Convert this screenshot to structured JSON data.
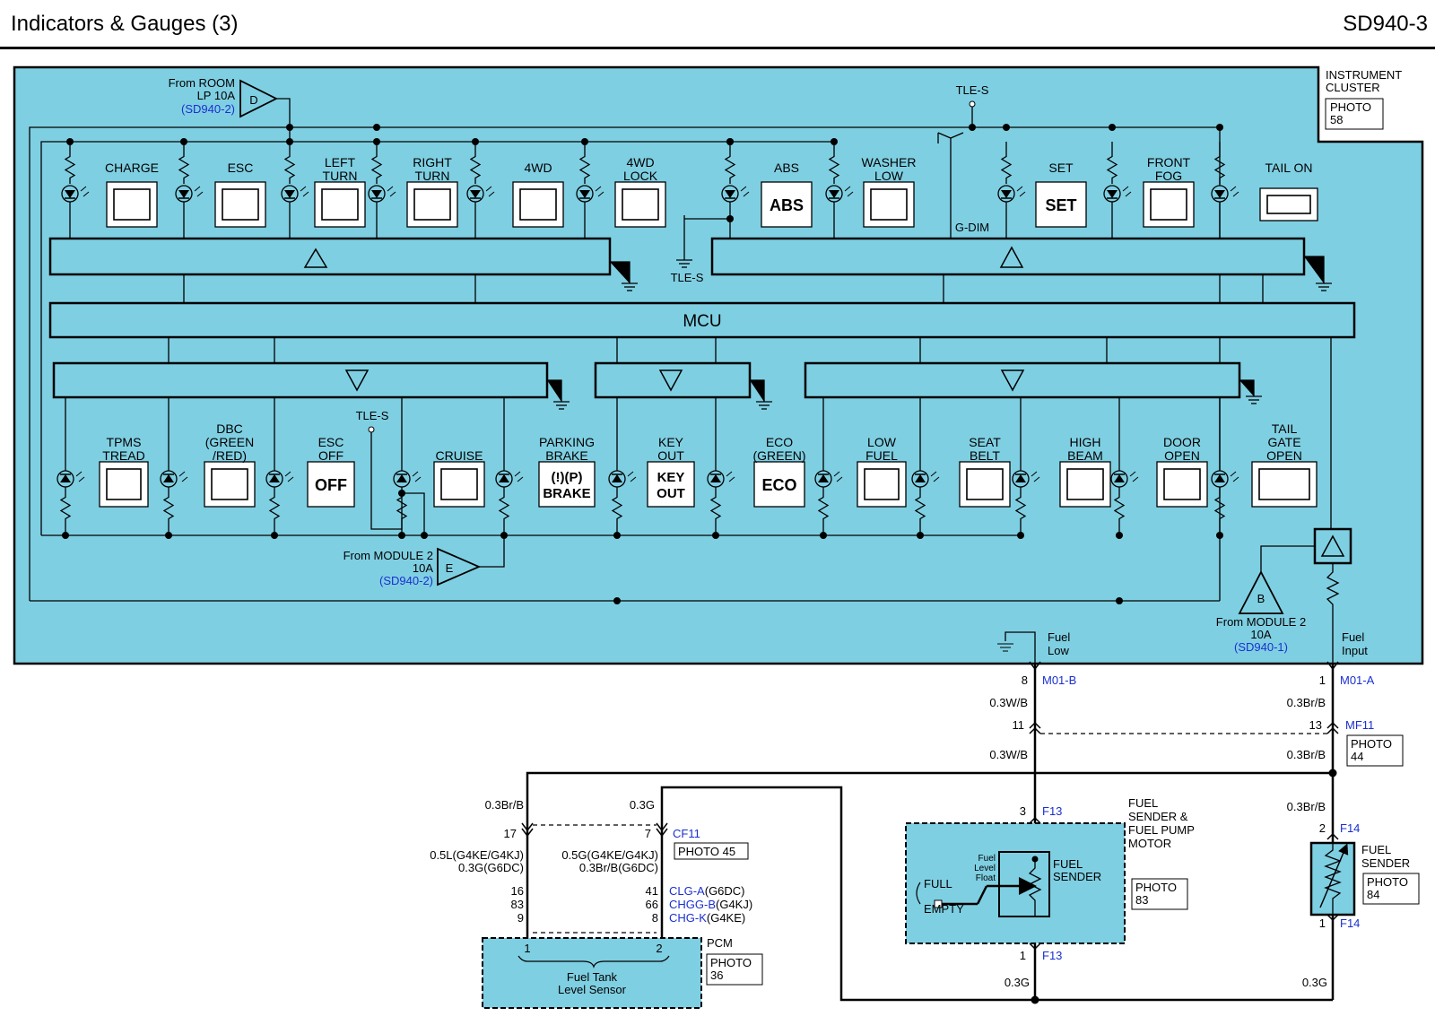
{
  "header": {
    "title": "Indicators & Gauges (3)",
    "code": "SD940-3"
  },
  "instrument_cluster": {
    "label1": "INSTRUMENT",
    "label2": "CLUSTER",
    "photo1": "PHOTO",
    "photo2": "58",
    "mcu": "MCU",
    "from_room_1": "From ROOM",
    "from_room_2": "LP 10A",
    "from_room_ref": "(SD940-2)",
    "from_room_tag": "D",
    "tle_top": "TLE-S",
    "tle_mid": "TLE-S",
    "tle_low": "TLE-S",
    "g_dim": "G-DIM",
    "from_mod_e_1": "From MODULE 2",
    "from_mod_e_2": "10A",
    "from_mod_e_ref": "(SD940-2)",
    "from_mod_e_tag": "E",
    "from_mod_b_1": "From MODULE 2",
    "from_mod_b_2": "10A",
    "from_mod_b_ref": "(SD940-1)",
    "from_mod_b_tag": "B",
    "fuel_low_1": "Fuel",
    "fuel_low_2": "Low",
    "fuel_input_1": "Fuel",
    "fuel_input_2": "Input"
  },
  "top_indicators": [
    {
      "l1": "CHARGE",
      "l2": "",
      "icon": "battery-icon"
    },
    {
      "l1": "ESC",
      "l2": "",
      "icon": "esc-icon"
    },
    {
      "l1": "LEFT",
      "l2": "TURN",
      "icon": "left-arrow-icon"
    },
    {
      "l1": "RIGHT",
      "l2": "TURN",
      "icon": "right-arrow-icon"
    },
    {
      "l1": "4WD",
      "l2": "",
      "icon": "4wd-icon"
    },
    {
      "l1": "4WD",
      "l2": "LOCK",
      "icon": "4wd-lock-icon"
    },
    {
      "l1": "ABS",
      "l2": "",
      "icon": "abs-icon",
      "icon_text": "ABS"
    },
    {
      "l1": "WASHER",
      "l2": "LOW",
      "icon": "washer-icon"
    },
    {
      "l1": "SET",
      "l2": "",
      "icon": "set-icon",
      "icon_text": "SET"
    },
    {
      "l1": "FRONT",
      "l2": "FOG",
      "icon": "front-fog-icon"
    },
    {
      "l1": "TAIL ON",
      "l2": "",
      "icon": "tail-on-icon"
    }
  ],
  "bottom_indicators": [
    {
      "l1": "TPMS",
      "l2": "TREAD",
      "l3": "",
      "icon": "tpms-icon"
    },
    {
      "l1": "DBC",
      "l2": "(GREEN",
      "l3": "/RED)",
      "icon": "dbc-icon"
    },
    {
      "l1": "ESC",
      "l2": "OFF",
      "l3": "",
      "icon": "esc-off-icon",
      "icon_text": "OFF"
    },
    {
      "l1": "CRUISE",
      "l2": "",
      "l3": "",
      "icon": "cruise-icon"
    },
    {
      "l1": "PARKING",
      "l2": "BRAKE",
      "l3": "",
      "icon": "parking-brake-icon",
      "icon_text": "(!)(P)",
      "icon_text2": "BRAKE"
    },
    {
      "l1": "KEY",
      "l2": "OUT",
      "l3": "",
      "icon": "key-out-icon",
      "icon_text": "KEY",
      "icon_text2": "OUT"
    },
    {
      "l1": "ECO",
      "l2": "(GREEN)",
      "l3": "",
      "icon": "eco-icon",
      "icon_text": "ECO"
    },
    {
      "l1": "LOW",
      "l2": "FUEL",
      "l3": "",
      "icon": "low-fuel-icon"
    },
    {
      "l1": "SEAT",
      "l2": "BELT",
      "l3": "",
      "icon": "seat-belt-icon"
    },
    {
      "l1": "HIGH",
      "l2": "BEAM",
      "l3": "",
      "icon": "high-beam-icon"
    },
    {
      "l1": "DOOR",
      "l2": "OPEN",
      "l3": "",
      "icon": "door-open-icon"
    },
    {
      "l1": "TAIL",
      "l2": "GATE",
      "l3": "OPEN",
      "icon": "tail-gate-icon"
    }
  ],
  "wiring": {
    "pin8": "8",
    "m01b": "M01-B",
    "pin1a": "1",
    "m01a": "M01-A",
    "w1": "0.3W/B",
    "w2": "0.3Br/B",
    "pin11": "11",
    "pin13": "13",
    "mf11": "MF11",
    "photo44_1": "PHOTO",
    "photo44_2": "44",
    "w3": "0.3W/B",
    "w4": "0.3Br/B",
    "w5": "0.3Br/B",
    "w6": "0.3G",
    "w7": "0.3Br/B",
    "pin17": "17",
    "pin7": "7",
    "cf11": "CF11",
    "photo45": "PHOTO 45",
    "l_spec1": "0.5L(G4KE/G4KJ)",
    "l_spec2": "0.3G(G6DC)",
    "r_spec1": "0.5G(G4KE/G4KJ)",
    "r_spec2": "0.3Br/B(G6DC)",
    "p16": "16",
    "p83": "83",
    "p9": "9",
    "p41": "41",
    "p66": "66",
    "p8b": "8",
    "clga": "CLG-A",
    "clga_s": "(G6DC)",
    "chggb": "CHGG-B",
    "chggb_s": "(G4KJ)",
    "chgk": "CHG-K",
    "chgk_s": "(G4KE)",
    "pcm_p1": "1",
    "pcm_p2": "2",
    "pcm": "PCM",
    "photo36_1": "PHOTO",
    "photo36_2": "36",
    "fts_1": "Fuel Tank",
    "fts_2": "Level Sensor",
    "pin3": "3",
    "f13a": "F13",
    "pin1b": "1",
    "f13b": "F13",
    "fs_title1": "FUEL",
    "fs_title2": "SENDER &",
    "fs_title3": "FUEL PUMP",
    "fs_title4": "MOTOR",
    "photo83_1": "PHOTO",
    "photo83_2": "83",
    "fs_inner1": "FUEL",
    "fs_inner2": "SENDER",
    "float1": "Fuel",
    "float2": "Level",
    "float3": "Float",
    "full": "FULL",
    "empty": "EMPTY",
    "pin2": "2",
    "f14a": "F14",
    "pin1c": "1",
    "f14b": "F14",
    "fs2_1": "FUEL",
    "fs2_2": "SENDER",
    "photo84_1": "PHOTO",
    "photo84_2": "84",
    "w8": "0.3G",
    "w9": "0.3G"
  },
  "colors": {
    "panel": "#7fcfe2",
    "link": "#1a2fd1"
  }
}
